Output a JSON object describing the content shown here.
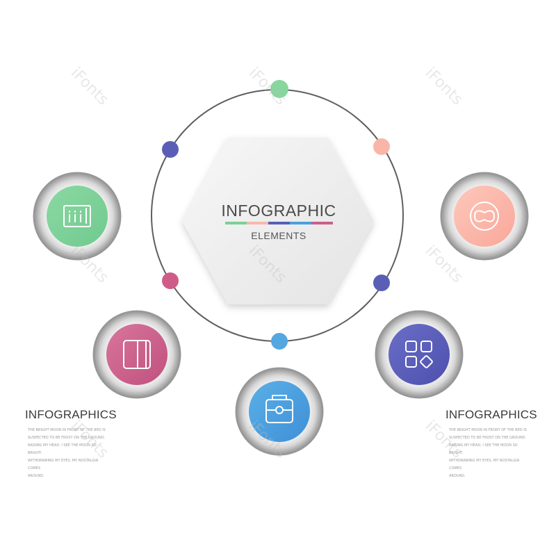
{
  "center": {
    "title": "INFOGRAPHIC",
    "subtitle": "ELEMENTS"
  },
  "accent_bar_colors": [
    "#7cd095",
    "#f8b9ab",
    "#5660b9",
    "#4aa1dd",
    "#cd5e8a"
  ],
  "orbit_dots": [
    {
      "name": "top",
      "color": "#86d69e"
    },
    {
      "name": "upper-right",
      "color": "#f9b6a8"
    },
    {
      "name": "lower-right",
      "color": "#5a5fb5"
    },
    {
      "name": "bottom",
      "color": "#55a7e0"
    },
    {
      "name": "lower-left",
      "color": "#cf5c88"
    },
    {
      "name": "upper-left",
      "color": "#5a5fb5"
    }
  ],
  "nodes": [
    {
      "name": "green",
      "icon": "list-icon",
      "color_from": "#8cd8a3",
      "color_to": "#6fca8e"
    },
    {
      "name": "pink",
      "icon": "book-icon",
      "color_from": "#d8769c",
      "color_to": "#c0507e"
    },
    {
      "name": "blue",
      "icon": "toolbox-icon",
      "color_from": "#5ab0e6",
      "color_to": "#3f8fd8"
    },
    {
      "name": "indigo",
      "icon": "apps-grid-icon",
      "color_from": "#6b6fc7",
      "color_to": "#4d4fad"
    },
    {
      "name": "peach",
      "icon": "chain-link-icon",
      "color_from": "#fdc8bb",
      "color_to": "#f9a79a"
    }
  ],
  "left_block": {
    "title": "INFOGRAPHICS",
    "lines": [
      "THE BRIGHT MOON IN FRONT OF THE BED IS",
      "SUSPECTED TO BE FROST ON THE GROUND.",
      "RAISING MY HEAD, I SEE THE MOON SO BRIGHT;",
      "WITHDRAWING MY EYES, MY NOSTALGIA COMES",
      "AROUND."
    ]
  },
  "right_block": {
    "title": "INFOGRAPHICS",
    "lines": [
      "THE BRIGHT MOON IN FRONT OF THE BED IS",
      "SUSPECTED TO BE FROST ON THE GROUND.",
      "RAISING MY HEAD, I SEE THE MOON SO BRIGHT;",
      "WITHDRAWING MY EYES, MY NOSTALGIA COMES",
      "AROUND."
    ]
  },
  "watermark": "iFonts"
}
